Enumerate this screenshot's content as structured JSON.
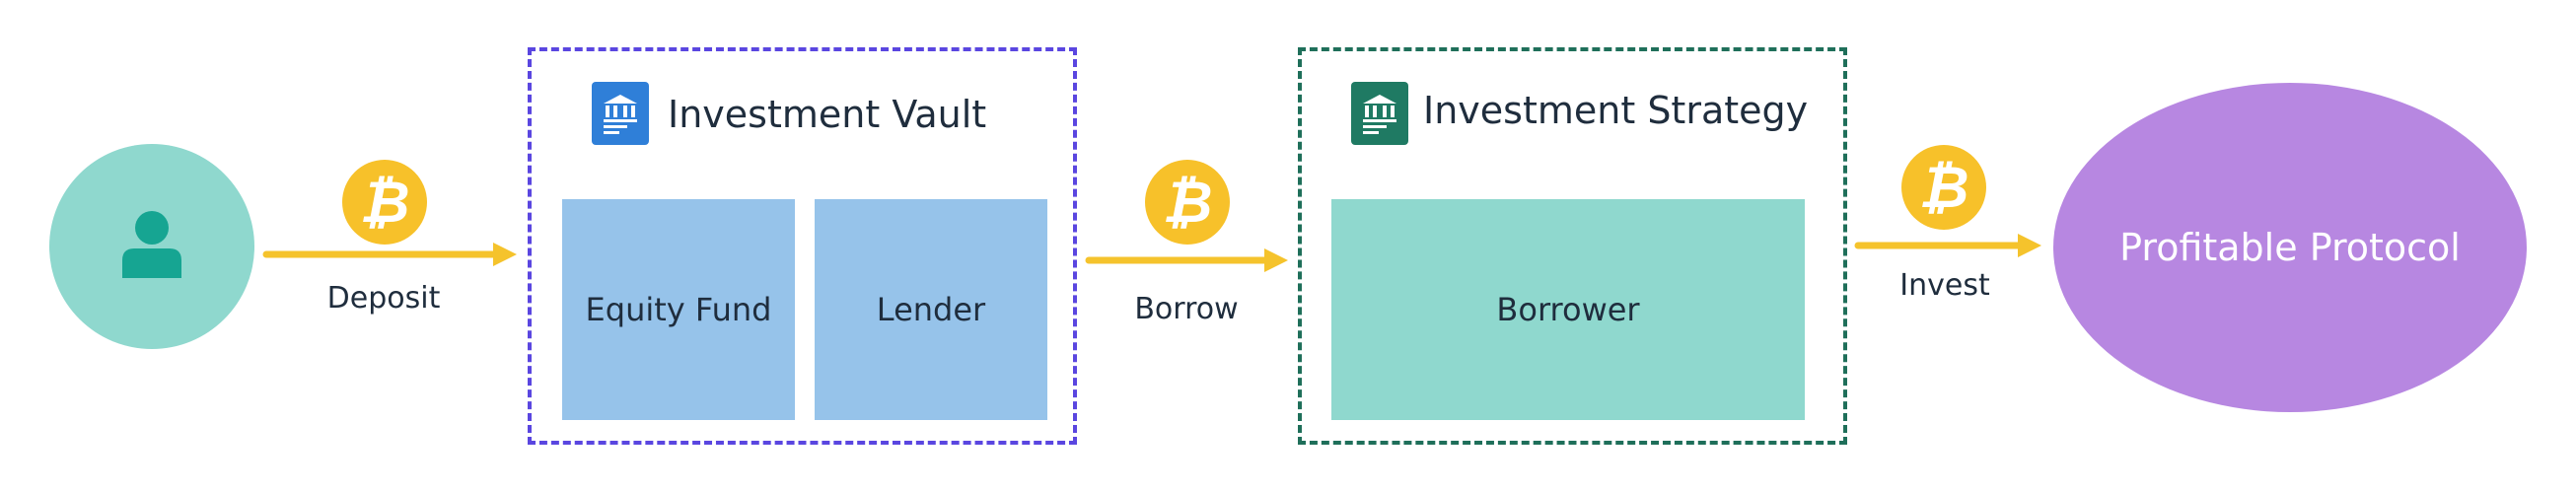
{
  "user": {
    "icon": "user-icon"
  },
  "currency": {
    "icon": "bitcoin-icon",
    "symbol": "₿",
    "color": "#f7c12a"
  },
  "edges": {
    "deposit": "Deposit",
    "borrow": "Borrow",
    "invest": "Invest"
  },
  "vault": {
    "title": "Investment Vault",
    "icon": "bank-icon",
    "cells": [
      "Equity Fund",
      "Lender"
    ]
  },
  "strategy": {
    "title": "Investment Strategy",
    "icon": "bank-icon",
    "cells": [
      "Borrower"
    ]
  },
  "protocol": {
    "label": "Profitable Protocol"
  },
  "colors": {
    "arrow": "#f5c32c",
    "vault_border": "#5a46e0",
    "strategy_border": "#1f6f5a",
    "vault_cell": "#96c3ea",
    "strategy_cell": "#8fd8ce",
    "protocol": "#b787e1",
    "user": "#8fd8ce"
  }
}
